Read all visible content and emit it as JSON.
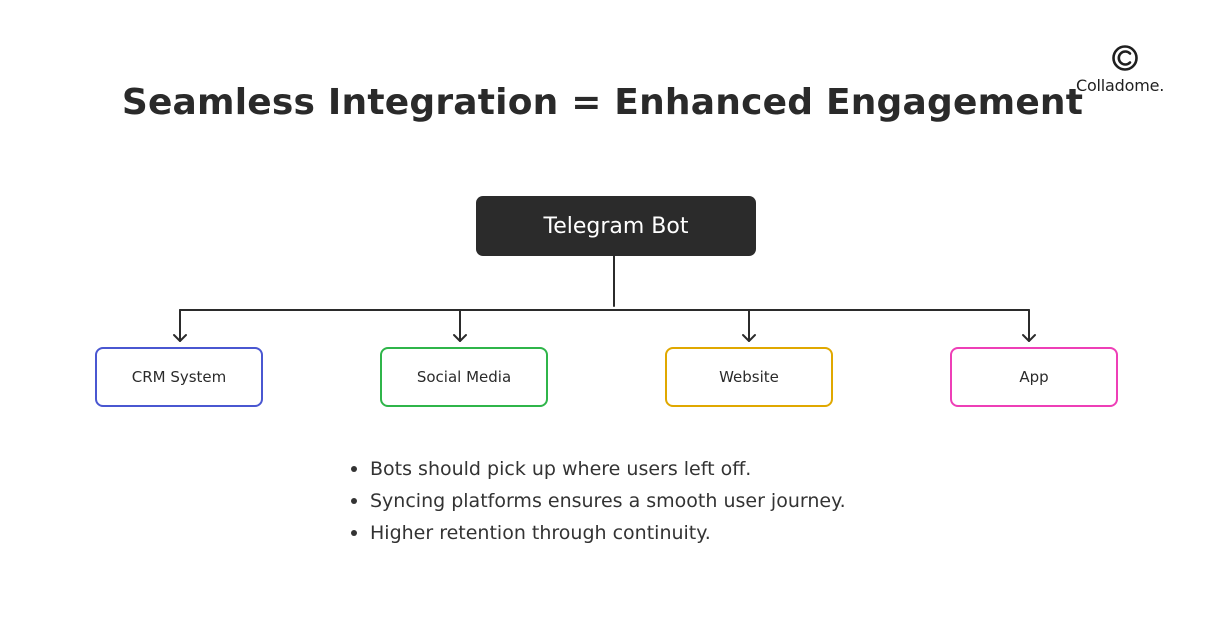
{
  "brand": {
    "logo_text": "Colladome.",
    "logo_icon": "colladome-logo-icon"
  },
  "title": "Seamless Integration = Enhanced Engagement",
  "diagram": {
    "root": {
      "label": "Telegram Bot",
      "color": "#2b2b2b"
    },
    "children": [
      {
        "label": "CRM System",
        "color": "#4a57d1"
      },
      {
        "label": "Social Media",
        "color": "#2fb54a"
      },
      {
        "label": "Website",
        "color": "#e0a800"
      },
      {
        "label": "App",
        "color": "#ee3fb7"
      }
    ]
  },
  "bullets": [
    "Bots should pick up where users left off.",
    "Syncing platforms ensures a smooth user journey.",
    "Higher retention through continuity."
  ]
}
